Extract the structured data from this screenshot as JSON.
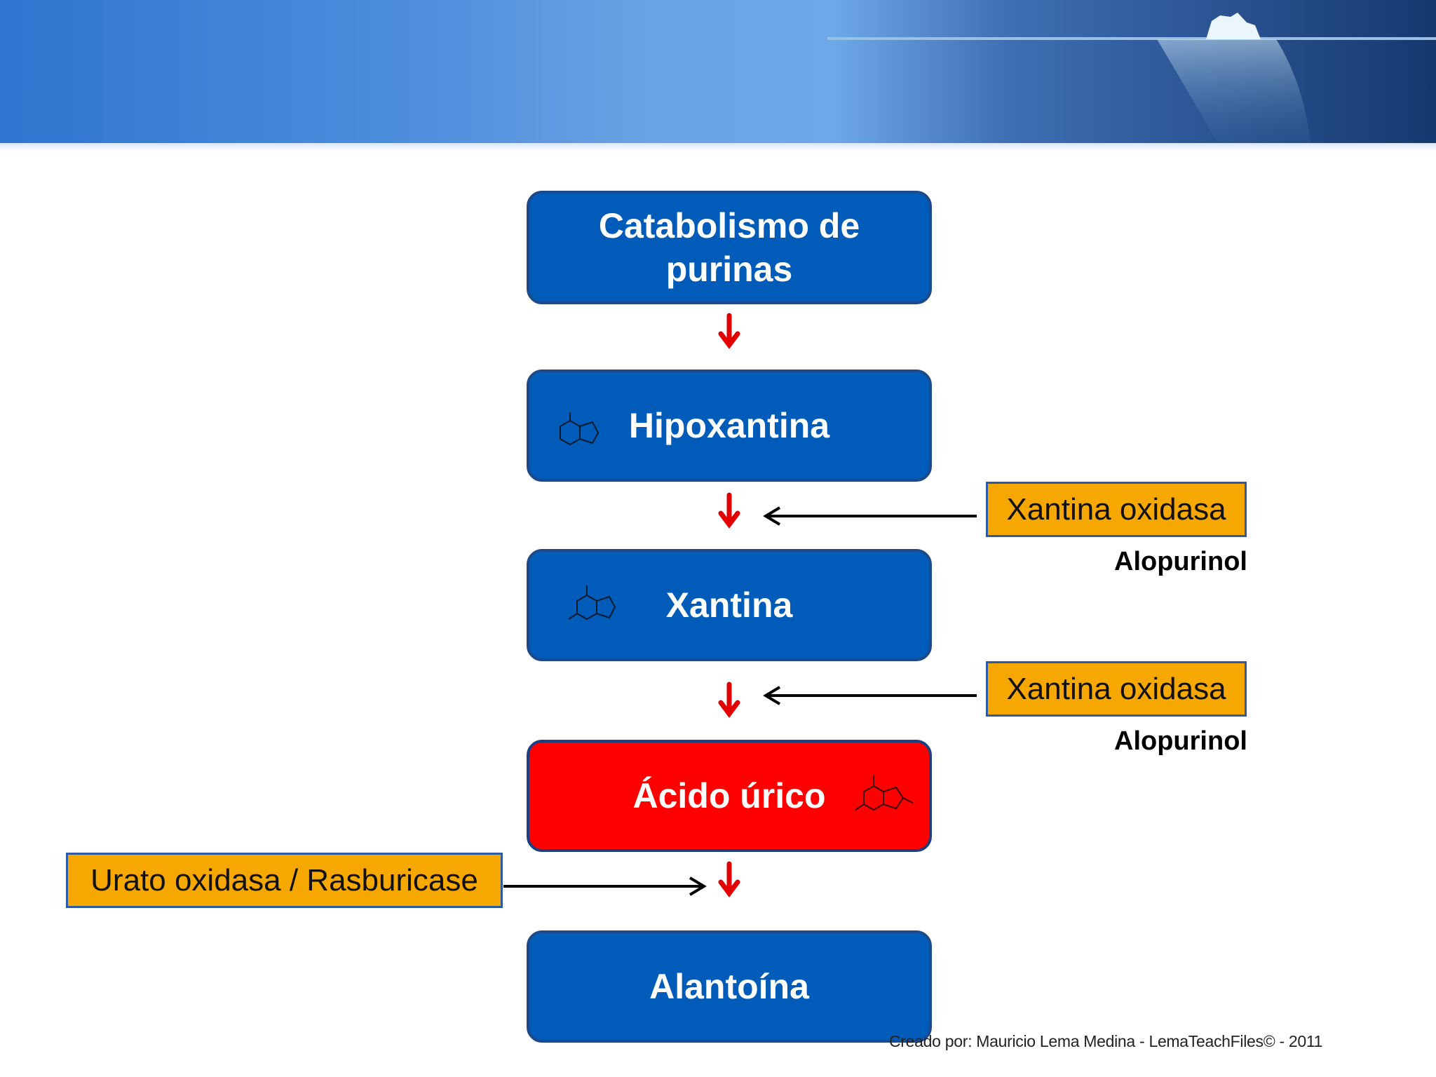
{
  "nodes": {
    "catabolismo": "Catabolismo de purinas",
    "hipoxantina": "Hipoxantina",
    "xantina": "Xantina",
    "acido_urico": "Ácido úrico",
    "alantoina": "Alantoína"
  },
  "enzymes": {
    "xantina_oxidasa_1": "Xantina oxidasa",
    "xantina_oxidasa_2": "Xantina oxidasa",
    "urato_oxidasa": "Urato oxidasa / Rasburicase"
  },
  "inhibitors": {
    "alopurinol_1": "Alopurinol",
    "alopurinol_2": "Alopurinol"
  },
  "credit": "Creado por: Mauricio Lema Medina - LemaTeachFiles© - 2011",
  "colors": {
    "node_blue": "#005cb8",
    "node_red": "#ff0000",
    "enzyme_orange": "#f7a800",
    "arrow_red": "#e30000"
  }
}
